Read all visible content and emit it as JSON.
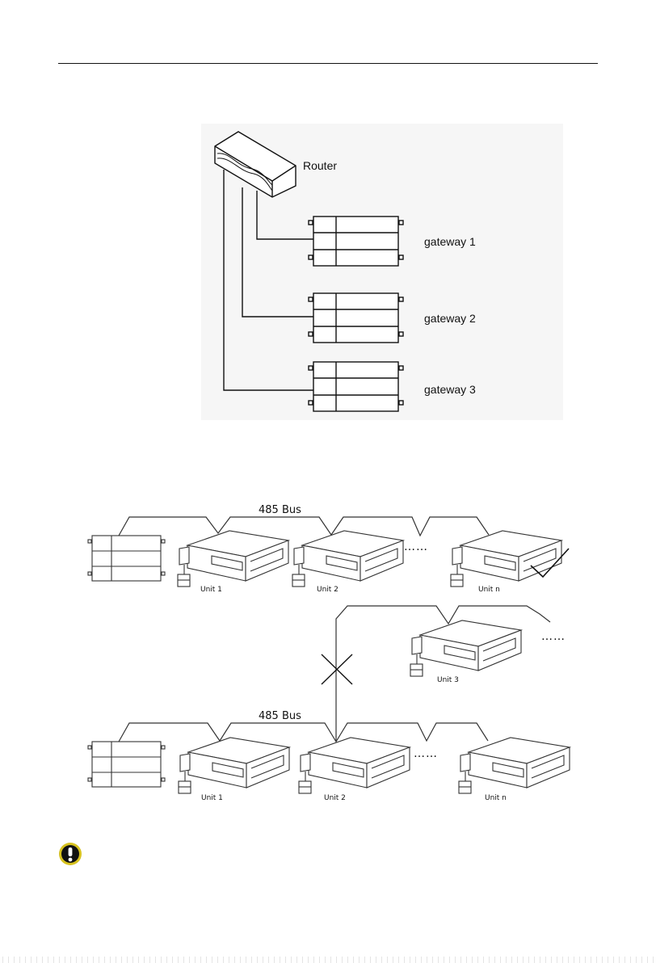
{
  "router": {
    "label": "Router"
  },
  "gateways": [
    {
      "label": "gateway 1"
    },
    {
      "label": "gateway 2"
    },
    {
      "label": "gateway 3"
    }
  ],
  "wiring_correct": {
    "bus_label": "485 Bus",
    "units": [
      "Unit 1",
      "Unit 2",
      "Unit n"
    ],
    "ellipsis": "……",
    "mark": "check-mark"
  },
  "wiring_wrong": {
    "bus_label": "485 Bus",
    "units": [
      "Unit 1",
      "Unit 2",
      "Unit n"
    ],
    "branch_unit": "Unit 3",
    "ellipsis": "……",
    "mark": "cross-mark"
  },
  "notice": {
    "icon": "warning-icon"
  }
}
